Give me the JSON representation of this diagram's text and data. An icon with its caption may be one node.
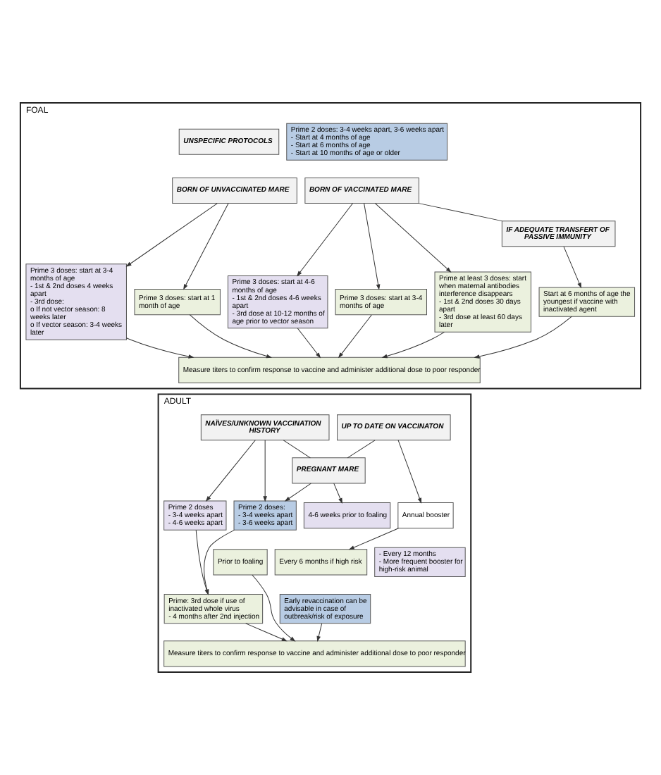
{
  "diagram": {
    "nodes": [
      {
        "text": [
          "FOAL"
        ]
      },
      {
        "text": [
          "UNSPECIFIC PROTOCOLS"
        ],
        "in": 0
      },
      {
        "text": [
          "Prime 2 doses: 3-4 weeks apart, 3-6 weeks apart",
          "- Start at 4 months of age",
          "- Start at 6 months of age",
          "- Start at 10 months of age or older"
        ],
        "in": 0
      },
      {
        "text": [
          "BORN OF UNVACCINATED MARE"
        ],
        "in": 0
      },
      {
        "text": [
          "BORN OF VACCINATED MARE"
        ],
        "in": 0
      },
      {
        "text": [
          "IF ADEQUATE TRANSFERT OF PASSIVE IMMUNITY"
        ],
        "in": 0
      },
      {
        "text": [
          "Prime 3 doses: start at 3-4 months of age",
          "- 1st & 2nd doses 4 weeks apart",
          "- 3rd dose:",
          "o If not vector season: 8 weeks later",
          "o If vector season: 3-4 weeks later"
        ],
        "in": 0
      },
      {
        "text": [
          "Prime 3 doses: start at 1 month of age"
        ],
        "in": 0
      },
      {
        "text": [
          "Prime 3 doses: start at 4-6 months of age",
          "- 1st & 2nd doses 4-6 weeks apart",
          "- 3rd dose at 10-12 months of age prior to vector season"
        ],
        "in": 0
      },
      {
        "text": [
          "Prime 3 doses: start at 3-4 months of age"
        ],
        "in": 0
      },
      {
        "text": [
          "Prime at least 3 doses: start when maternal antibodies interference disappears",
          "- 1st & 2nd doses 30 days apart",
          "- 3rd dose at least 60 days later"
        ],
        "in": 0
      },
      {
        "text": [
          "Start at 6 months of age the youngest if vaccine with inactivated agent"
        ],
        "in": 0
      },
      {
        "text": [
          "Measure titers to confirm response to vaccine and administer additional dose to poor responder"
        ],
        "in": 0
      },
      {
        "text": [
          "ADULT"
        ]
      },
      {
        "text": [
          "NAÏVES/UNKNOWN VACCINATION HISTORY"
        ],
        "in": 13
      },
      {
        "text": [
          "UP TO DATE ON VACCINATON"
        ],
        "in": 13
      },
      {
        "text": [
          "PREGNANT MARE"
        ],
        "in": 13
      },
      {
        "text": [
          "Prime 2 doses",
          "- 3-4 weeks apart",
          "- 4-6 weeks apart"
        ],
        "in": 13
      },
      {
        "text": [
          "Prime 2 doses:",
          "- 3-4 weeks apart",
          "- 3-6 weeks apart"
        ],
        "in": 13
      },
      {
        "text": [
          "4-6 weeks prior to foaling"
        ],
        "in": 13
      },
      {
        "text": [
          "Prior to foaling"
        ],
        "in": 13
      },
      {
        "text": [
          "Annual booster"
        ],
        "in": 13
      },
      {
        "text": [
          "Every 6 months if high risk"
        ],
        "in": 13
      },
      {
        "text": [
          "- Every 12 months",
          "- More frequent booster for high-risk animal"
        ],
        "in": 13
      },
      {
        "text": [
          "Early revaccination can be advisable in case of outbreak/risk of exposure"
        ],
        "in": 13
      },
      {
        "text": [
          "Prime: 3rd dose if use of inactivated whole virus",
          "- 4 months after 2nd injection"
        ],
        "in": 13
      },
      {
        "text": [
          "Measure titers to confirm response to vaccine and administer additional dose to poor responder"
        ],
        "in": 13
      }
    ],
    "edges": [
      {
        "from": 3,
        "to": 6,
        "arrow": "to"
      },
      {
        "from": 3,
        "to": 7,
        "arrow": "to"
      },
      {
        "from": 4,
        "to": 8,
        "arrow": "to"
      },
      {
        "from": 4,
        "to": 9,
        "arrow": "to"
      },
      {
        "from": 4,
        "to": 10,
        "arrow": "to"
      },
      {
        "from": 4,
        "to": 5,
        "arrow": "none"
      },
      {
        "from": 5,
        "to": 11,
        "arrow": "to"
      },
      {
        "from": 6,
        "to": 12,
        "arrow": "to"
      },
      {
        "from": 7,
        "to": 12,
        "arrow": "to"
      },
      {
        "from": 8,
        "to": 12,
        "arrow": "to"
      },
      {
        "from": 9,
        "to": 12,
        "arrow": "to"
      },
      {
        "from": 10,
        "to": 12,
        "arrow": "to"
      },
      {
        "from": 11,
        "to": 12,
        "arrow": "to"
      },
      {
        "from": 14,
        "to": 17,
        "arrow": "to"
      },
      {
        "from": 14,
        "to": 18,
        "arrow": "to"
      },
      {
        "from": 14,
        "to": 16,
        "arrow": "none"
      },
      {
        "from": 16,
        "to": 18,
        "arrow": "to"
      },
      {
        "from": 15,
        "to": 16,
        "arrow": "none"
      },
      {
        "from": 16,
        "to": 19,
        "arrow": "to"
      },
      {
        "from": 15,
        "to": 21,
        "arrow": "to"
      },
      {
        "from": 21,
        "to": 22,
        "arrow": "to"
      },
      {
        "from": 17,
        "to": 25,
        "arrow": "to"
      },
      {
        "from": 18,
        "to": 25,
        "arrow": "to"
      },
      {
        "from": 25,
        "to": 26,
        "arrow": "to"
      },
      {
        "from": 20,
        "to": 26,
        "arrow": "to"
      },
      {
        "from": 24,
        "to": 26,
        "arrow": "to"
      }
    ]
  }
}
